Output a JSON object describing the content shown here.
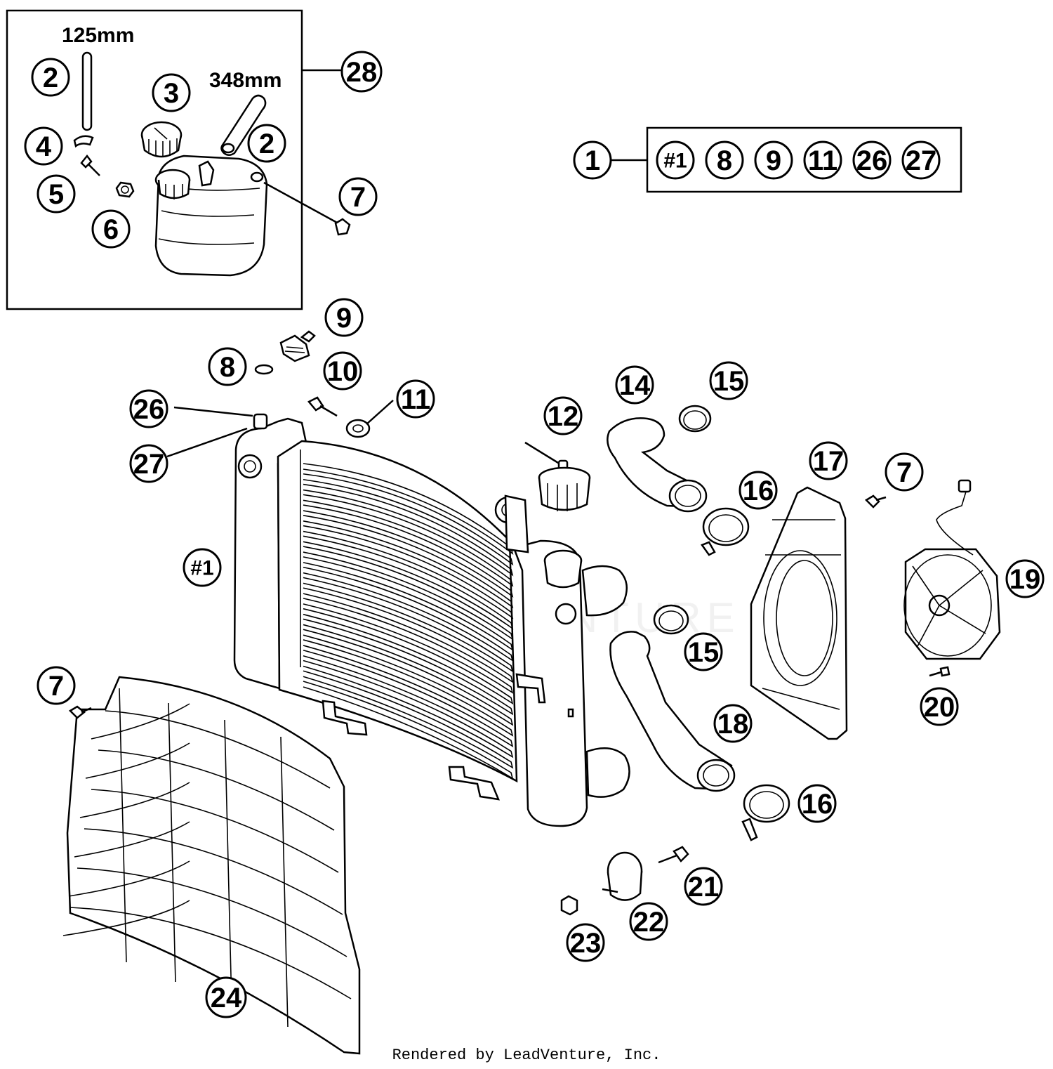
{
  "kit_box": {
    "dimension_hose_a": "125mm",
    "dimension_hose_b": "348mm"
  },
  "kit_list": {
    "lead_callout": "1",
    "items": [
      "#1",
      "8",
      "9",
      "11",
      "26",
      "27"
    ]
  },
  "callouts": {
    "c28": "28",
    "c2a": "2",
    "c2b": "2",
    "c3": "3",
    "c4": "4",
    "c5": "5",
    "c6": "6",
    "c7a": "7",
    "c7b": "7",
    "c7c": "7",
    "c8": "8",
    "c9": "9",
    "c10": "10",
    "c11": "11",
    "c12": "12",
    "c14": "14",
    "c15a": "15",
    "c15b": "15",
    "c16a": "16",
    "c16b": "16",
    "c17": "17",
    "c18": "18",
    "c19": "19",
    "c20": "20",
    "c21": "21",
    "c22": "22",
    "c23": "23",
    "c24": "24",
    "c26": "26",
    "c27": "27",
    "cradiator": "#1"
  },
  "footer": {
    "credit": "Rendered by LeadVenture, Inc."
  }
}
